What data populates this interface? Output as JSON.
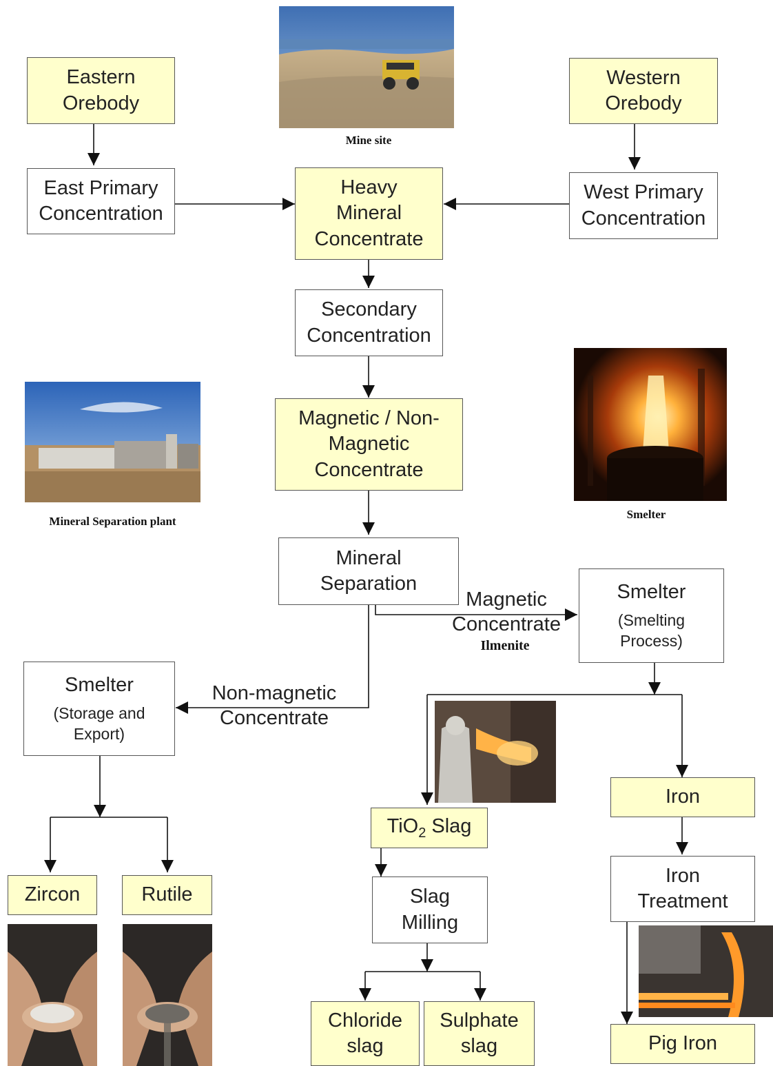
{
  "nodes": {
    "eastern_orebody": "Eastern\nOrebody",
    "western_orebody": "Western\nOrebody",
    "east_primary": "East Primary\nConcentration",
    "west_primary": "West Primary\nConcentration",
    "heavy_mineral": "Heavy\nMineral\nConcentrate",
    "secondary": "Secondary\nConcentration",
    "magnetic_nonmagnetic": "Magnetic / Non-\nMagnetic\nConcentrate",
    "mineral_separation": "Mineral\nSeparation",
    "smelter_process_title": "Smelter",
    "smelter_process_sub": "(Smelting\nProcess)",
    "smelter_storage_title": "Smelter",
    "smelter_storage_sub": "(Storage and\nExport)",
    "tio2_prefix": "TiO",
    "tio2_subscript": "2",
    "tio2_suffix": " Slag",
    "iron": "Iron",
    "iron_treatment": "Iron\nTreatment",
    "slag_milling": "Slag\nMilling",
    "zircon": "Zircon",
    "rutile": "Rutile",
    "chloride_slag": "Chloride\nslag",
    "sulphate_slag": "Sulphate\nslag",
    "pig_iron": "Pig Iron"
  },
  "edge_labels": {
    "magnetic": "Magnetic\nConcentrate",
    "ilmenite": "Ilmenite",
    "non_magnetic": "Non-magnetic\nConcentrate"
  },
  "captions": {
    "mine_site": "Mine site",
    "mineral_separation_plant": "Mineral Separation plant",
    "smelter": "Smelter"
  },
  "colors": {
    "highlight_fill": "#ffffcc",
    "border": "#555555",
    "arrow": "#111111"
  }
}
